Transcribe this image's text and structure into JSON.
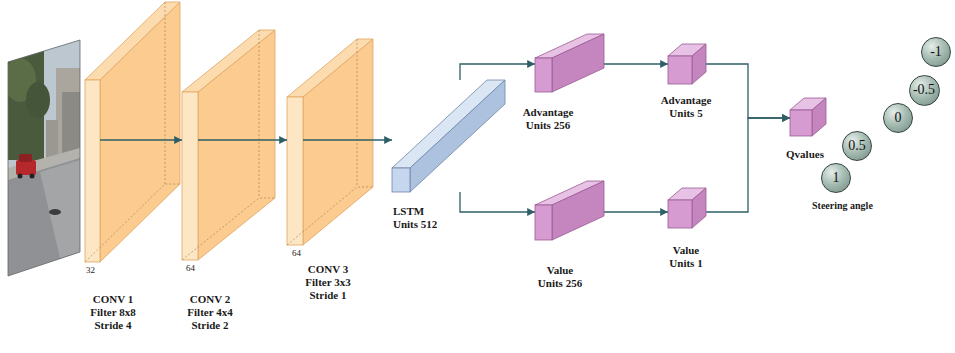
{
  "diagram": {
    "nodes": [
      {
        "text": [
          "32",
          "CONV 1",
          "Filter 8x8 Stride 4"
        ]
      },
      {
        "text": [
          "64",
          "CONV 2",
          "Filter 4x4 Stride 2"
        ]
      },
      {
        "text": [
          "64",
          "CONV 3",
          "Filter 3x3 Stride 1"
        ]
      },
      {
        "text": [
          "LSTM",
          "Units 512"
        ]
      },
      {
        "text": [
          "Advantage",
          "Units 256"
        ]
      },
      {
        "text": [
          "Value",
          "Units 256"
        ]
      },
      {
        "text": [
          "Advantage",
          "Units 5"
        ]
      },
      {
        "text": [
          "Value",
          "Units 1"
        ]
      },
      {
        "text": [
          "Qvalues"
        ]
      },
      {
        "text": [
          "1"
        ]
      },
      {
        "text": [
          "0.5"
        ]
      },
      {
        "text": [
          "0"
        ]
      },
      {
        "text": [
          "-0.5"
        ]
      },
      {
        "text": [
          "-1"
        ]
      }
    ],
    "edges": [
      {
        "from": 0,
        "to": 1,
        "arrow": "to"
      },
      {
        "from": 1,
        "to": 2,
        "arrow": "to"
      },
      {
        "from": 2,
        "to": 3,
        "arrow": "to"
      },
      {
        "from": 3,
        "to": 4,
        "arrow": "to"
      },
      {
        "from": 3,
        "to": 5,
        "arrow": "to"
      },
      {
        "from": 4,
        "to": 6,
        "arrow": "to"
      },
      {
        "from": 5,
        "to": 7,
        "arrow": "to"
      },
      {
        "from": 6,
        "to": 8,
        "arrow": "to"
      },
      {
        "from": 7,
        "to": 8,
        "arrow": "to"
      }
    ],
    "labels": [
      "Steering angle"
    ]
  }
}
